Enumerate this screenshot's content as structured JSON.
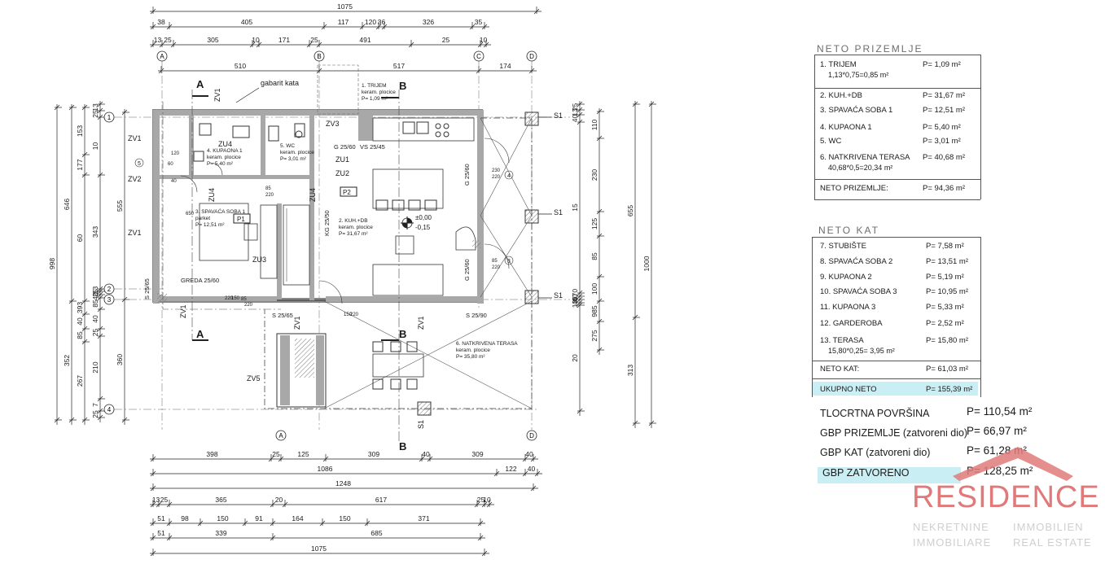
{
  "plan": {
    "top_dims": {
      "overall": "1075",
      "row1": [
        "38",
        "405",
        "117",
        "120",
        "36",
        "326",
        "35"
      ],
      "row2": [
        "13",
        "25",
        "305",
        "10",
        "171",
        "25",
        "491",
        "25",
        "10"
      ]
    },
    "axes_top": [
      "A",
      "B",
      "C",
      "D"
    ],
    "axes_left": [
      "1",
      "2",
      "3",
      "4"
    ],
    "top_axis_dims": [
      "510",
      "517",
      "174"
    ],
    "left_dims": {
      "col1": [
        "998"
      ],
      "col2": [
        "646",
        "352"
      ],
      "col3": [
        "153",
        "177",
        "60",
        "393",
        "40",
        "85",
        "267"
      ],
      "col4": [
        "13",
        "25",
        "10",
        "343",
        "13",
        "25",
        "40",
        "85",
        "40",
        "25",
        "210",
        "7",
        "25"
      ],
      "col5": [
        "555",
        "360"
      ]
    },
    "right_dims": {
      "col1": [
        "1000"
      ],
      "col2": [
        "655",
        "313"
      ],
      "col3": [
        "110",
        "230",
        "125",
        "85",
        "100",
        "985",
        "275",
        "232"
      ],
      "col4": [
        "25",
        "13",
        "40",
        "15",
        "570",
        "40",
        "40",
        "13",
        "20",
        "45"
      ]
    },
    "bottom_dims": {
      "row1": [
        "398",
        "25",
        "125",
        "309",
        "40",
        "309",
        "40"
      ],
      "row2": [
        "1086",
        "122",
        "40"
      ],
      "row3": [
        "1248"
      ],
      "row4": [
        "13",
        "25",
        "365",
        "20",
        "617",
        "25",
        "10"
      ],
      "row5": [
        "51",
        "98",
        "150",
        "91",
        "164",
        "150",
        "371"
      ],
      "row6": [
        "51",
        "339",
        "685"
      ],
      "row7": [
        "1075"
      ]
    },
    "labels": {
      "gabarit": "gabarit kata",
      "sec_a": "A",
      "sec_b": "B",
      "trijem": [
        "1. TRIJEM",
        "keram. plocice",
        "P= 1,09 m²"
      ],
      "kupaona": [
        "4. KUPAONA 1",
        "keram. plocice",
        "P= 5,40 m²"
      ],
      "wc": [
        "5. WC",
        "keram. plocice",
        "P= 3,01 m²"
      ],
      "spavaca": [
        "3. SPAVAĆA SOBA 1",
        "parket",
        "P= 12,51 m²"
      ],
      "kuh": [
        "2. KUH.+DB",
        "keram. plocice",
        "P= 31,67 m²"
      ],
      "terasa": [
        "6. NATKRIVENA TERASA",
        "keram. plocice",
        "P= 35,80 m²"
      ],
      "level": [
        "±0,00",
        "-0,15"
      ],
      "p1": "P1",
      "p2": "P2",
      "zv": [
        "ZV1",
        "ZV2",
        "ZV1",
        "ZV5",
        "ZV1",
        "ZV1",
        "ZV1",
        "ZV3",
        "ZV1"
      ],
      "zu": [
        "ZU4",
        "ZU1",
        "ZU2",
        "ZU4",
        "ZU4",
        "ZU3"
      ],
      "s1": "S1",
      "g_labels": [
        "G 25/60",
        "VS 25/45",
        "KG 25/50",
        "G 25/60",
        "G 25/60",
        "S 25/65",
        "S 25/65",
        "S 25/90",
        "GREDA 25/60"
      ],
      "small_dims": [
        "85",
        "220",
        "60",
        "120",
        "230",
        "220",
        "85",
        "220",
        "150",
        "220",
        "40",
        "85",
        "220",
        "150",
        "220",
        "650"
      ],
      "circ_nums": [
        "5",
        "4",
        "3"
      ]
    }
  },
  "neto_prizemlje": {
    "title": "NETO  PRIZEMLJE",
    "rows": [
      {
        "name": "1. TRIJEM",
        "val": "P= 1,09 m²",
        "sub": "1,13*0,75=0,85 m²"
      },
      {
        "name": "2. KUH.+DB",
        "val": "P= 31,67 m²"
      },
      {
        "name": "3. SPAVAĆA SOBA 1",
        "val": "P= 12,51 m²"
      },
      {
        "name": "4. KUPAONA 1",
        "val": "P= 5,40 m²"
      },
      {
        "name": "5. WC",
        "val": "P= 3,01 m²"
      },
      {
        "name": "6. NATKRIVENA TERASA",
        "val": "P= 40,68 m²",
        "sub": "40,68*0,5=20,34 m²"
      },
      {
        "name": "NETO PRIZEMLJE:",
        "val": "P= 94,36 m²"
      }
    ]
  },
  "neto_kat": {
    "title": "NETO  KAT",
    "rows": [
      {
        "name": "7. STUBIŠTE",
        "val": "P= 7,58 m²"
      },
      {
        "name": "8. SPAVAĆA SOBA 2",
        "val": "P= 13,51 m²"
      },
      {
        "name": "9. KUPAONA 2",
        "val": "P= 5,19 m²"
      },
      {
        "name": "10. SPAVAĆA SOBA 3",
        "val": "P= 10,95 m²"
      },
      {
        "name": "11. KUPAONA 3",
        "val": "P= 5,33 m²"
      },
      {
        "name": "12. GARDEROBA",
        "val": "P= 2,52 m²"
      },
      {
        "name": "13. TERASA",
        "val": "P= 15,80 m²",
        "sub": "15,80*0,25= 3,95 m²"
      },
      {
        "name": "NETO KAT:",
        "val": "P= 61,03 m²"
      },
      {
        "name": "UKUPNO NETO",
        "val": "P= 155,39 m²"
      }
    ]
  },
  "totals": [
    {
      "name": "TLOCRTNA POVRŠINA",
      "val": "P= 110,54 m²"
    },
    {
      "name": "GBP PRIZEMLJE (zatvoreni dio)",
      "val": "P= 66,97 m²"
    },
    {
      "name": "GBP KAT (zatvoreni dio)",
      "val": "P= 61,28 m²"
    },
    {
      "name": "GBP ZATVORENO",
      "val": "P= 128,25 m²"
    }
  ],
  "logo": {
    "word": "RESIDENCE",
    "sub": [
      "NEKRETNINE",
      "IMMOBILIEN",
      "IMMOBILIARE",
      "REAL ESTATE"
    ],
    "color": "#e07a7a"
  },
  "colors": {
    "highlight": "#c9eef3",
    "wall": "#9a9a9a",
    "line": "#222222"
  }
}
